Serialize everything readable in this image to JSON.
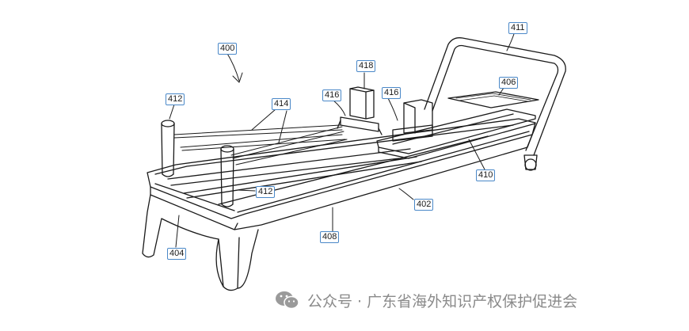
{
  "labels": {
    "l400": "400",
    "l411": "411",
    "l418": "418",
    "l406": "406",
    "l416a": "416",
    "l416b": "416",
    "l412a": "412",
    "l414": "414",
    "l412b": "412",
    "l410": "410",
    "l402": "402",
    "l408": "408",
    "l404": "404"
  },
  "watermark": {
    "text": "公众号 · 广东省海外知识产权保护促进会",
    "icon": "wechat-icon"
  }
}
